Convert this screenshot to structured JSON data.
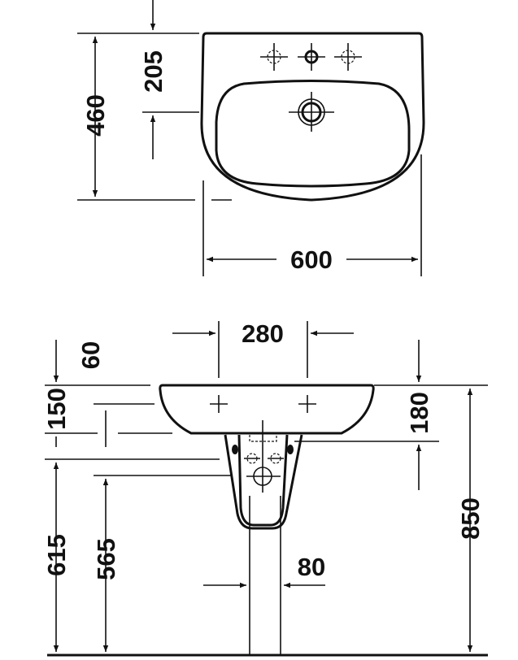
{
  "dimensions": {
    "top_view": {
      "depth_total": "460",
      "tap_to_drain": "205",
      "width": "600"
    },
    "front_view": {
      "tap_spacing": "280",
      "top_to_rim": "60",
      "rim_to_tap": "150",
      "rim_thickness": "180",
      "overall_height": "850",
      "height_615": "615",
      "height_565": "565",
      "pedestal_width": "80"
    }
  }
}
